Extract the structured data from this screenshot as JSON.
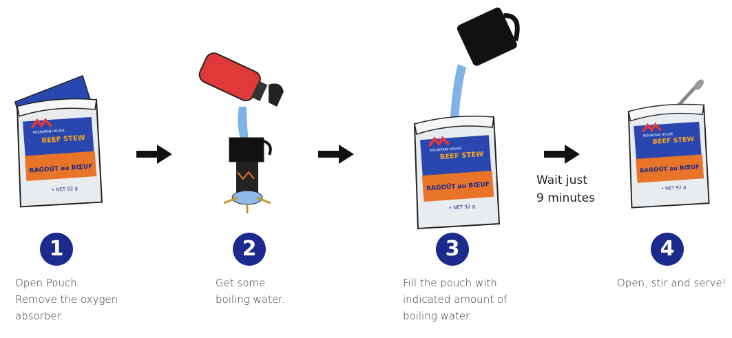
{
  "steps": [
    {
      "number": "1",
      "lines": [
        "Open Pouch.",
        "Remove the oxygen",
        "absorber."
      ]
    },
    {
      "number": "2",
      "lines": [
        "Get some",
        "boiling water."
      ]
    },
    {
      "number": "3",
      "lines": [
        "Fill the pouch with",
        "indicated amount of",
        "boiling water."
      ]
    },
    {
      "number": "4",
      "lines": [
        "Open, stir and serve!"
      ]
    }
  ],
  "wait_note": {
    "line1": "Wait just",
    "line2": "9 minutes"
  },
  "pouch_label": {
    "brand": "MOUNTAIN HOUSE",
    "name_en": "BEEF STEW",
    "name_fr": "RAGOÛT au BŒUF",
    "net": "• NET 92 g"
  },
  "colors": {
    "step_circle": "#1b2a8c",
    "pouch_blue": "#2a47b0",
    "pouch_orange": "#e8742a",
    "water": "#7fb2e6",
    "bottle_red": "#e0393a"
  }
}
